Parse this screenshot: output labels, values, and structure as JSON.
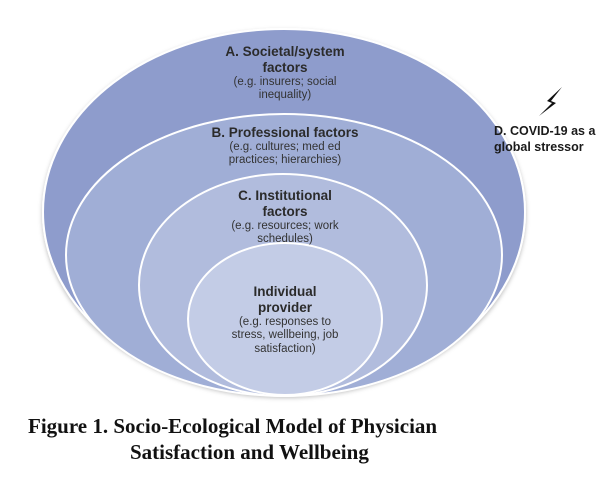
{
  "layers": [
    {
      "id": "A",
      "title_lines": [
        "A. Societal/system",
        "factors"
      ],
      "detail_lines": [
        "(e.g. insurers; social",
        "inequality)"
      ]
    },
    {
      "id": "B",
      "title_lines": [
        "B. Professional factors"
      ],
      "detail_lines": [
        "(e.g. cultures; med ed",
        "practices; hierarchies)"
      ]
    },
    {
      "id": "C",
      "title_lines": [
        "C. Institutional",
        "factors"
      ],
      "detail_lines": [
        "(e.g. resources; work",
        "schedules)"
      ]
    },
    {
      "id": "core",
      "title_lines": [
        "Individual",
        "provider"
      ],
      "detail_lines": [
        "(e.g. responses to",
        "stress, wellbeing, job",
        "satisfaction)"
      ]
    }
  ],
  "stressor": {
    "lines": [
      "D. COVID-19 as a",
      "global stressor"
    ],
    "icon": "lightning-bolt-icon"
  },
  "caption": {
    "line1": "Figure 1. Socio-Ecological Model of Physician",
    "line2": "Satisfaction and Wellbeing"
  },
  "colors": {
    "outer_fill": "#8e9ccc",
    "second_fill": "#a0aed6",
    "third_fill": "#b1bcdd",
    "core_fill": "#c3cce6",
    "stroke": "#ffffff"
  }
}
